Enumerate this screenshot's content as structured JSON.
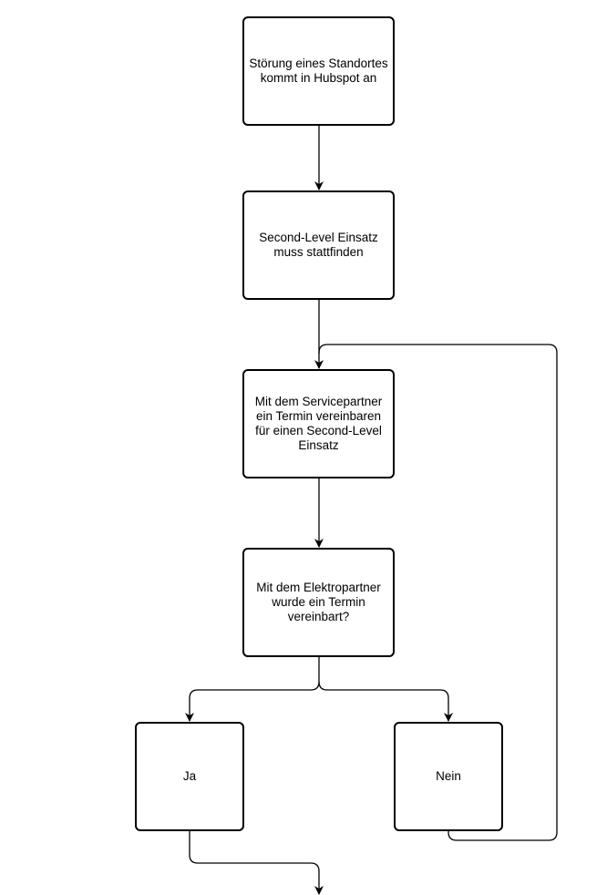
{
  "nodes": {
    "storung": "Störung eines Standortes\nkommt in Hubspot an",
    "second_level": "Second-Level Einsatz\nmuss stattfinden",
    "termin_service": "Mit dem Servicepartner\nein Termin vereinbaren\nfür einen Second-Level\nEinsatz",
    "elektro_frage": "Mit dem Elektropartner\nwurde ein Termin\nvereinbart?",
    "ja": "Ja",
    "nein": "Nein"
  }
}
